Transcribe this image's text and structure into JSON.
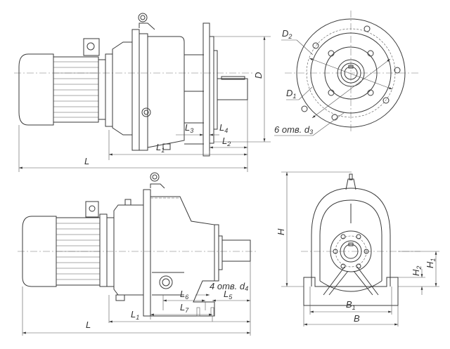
{
  "title": "Gear motor dimensional drawing",
  "top_view": {
    "D": {
      "main": "D",
      "sub": ""
    },
    "L": {
      "main": "L",
      "sub": ""
    },
    "L1": {
      "main": "L",
      "sub": "1"
    },
    "L2": {
      "main": "L",
      "sub": "2"
    },
    "L3": {
      "main": "L",
      "sub": "3"
    },
    "L4": {
      "main": "L",
      "sub": "4"
    }
  },
  "flange_view": {
    "D1": {
      "main": "D",
      "sub": "1"
    },
    "D2": {
      "main": "D",
      "sub": "2"
    },
    "holes": {
      "main": "6 отв. d",
      "sub": "3"
    }
  },
  "foot_view": {
    "L": {
      "main": "L",
      "sub": ""
    },
    "L1": {
      "main": "L",
      "sub": "1"
    },
    "L5": {
      "main": "L",
      "sub": "5"
    },
    "L6": {
      "main": "L",
      "sub": "6"
    },
    "L7": {
      "main": "L",
      "sub": "7"
    },
    "holes": {
      "main": "4 отв. d",
      "sub": "4"
    }
  },
  "front_view": {
    "H": {
      "main": "H",
      "sub": ""
    },
    "H1": {
      "main": "H",
      "sub": "1"
    },
    "H2": {
      "main": "H",
      "sub": "2"
    },
    "B": {
      "main": "B",
      "sub": ""
    },
    "B1": {
      "main": "B",
      "sub": "1"
    }
  }
}
